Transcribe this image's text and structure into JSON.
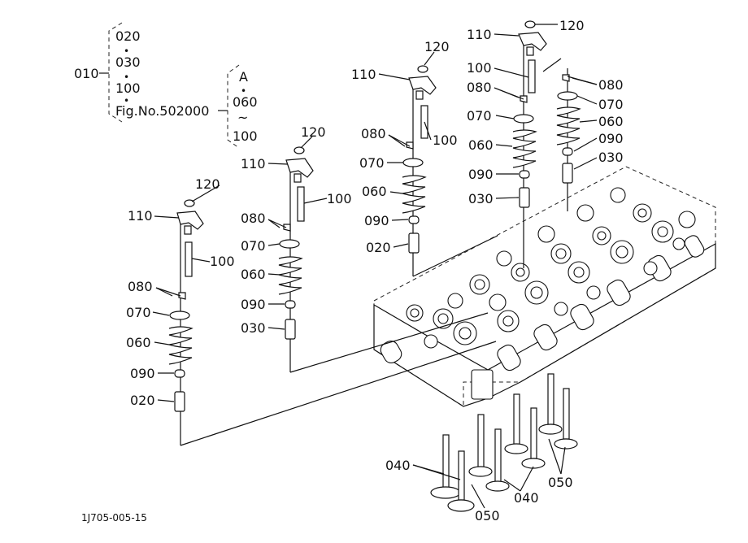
{
  "legend": {
    "main_code": "010",
    "group_items": [
      "020",
      "030",
      "100",
      "Fig.No.502000"
    ],
    "sub_items": [
      "A",
      "060",
      "100"
    ],
    "dot_sep": "•",
    "tilde_sep": "~"
  },
  "part_numbers": {
    "p020": "020",
    "p030": "030",
    "p040": "040",
    "p050": "050",
    "p060": "060",
    "p070": "070",
    "p080": "080",
    "p090": "090",
    "p100": "100",
    "p110": "110",
    "p120": "120"
  },
  "figure_code": "1J705-005-15"
}
